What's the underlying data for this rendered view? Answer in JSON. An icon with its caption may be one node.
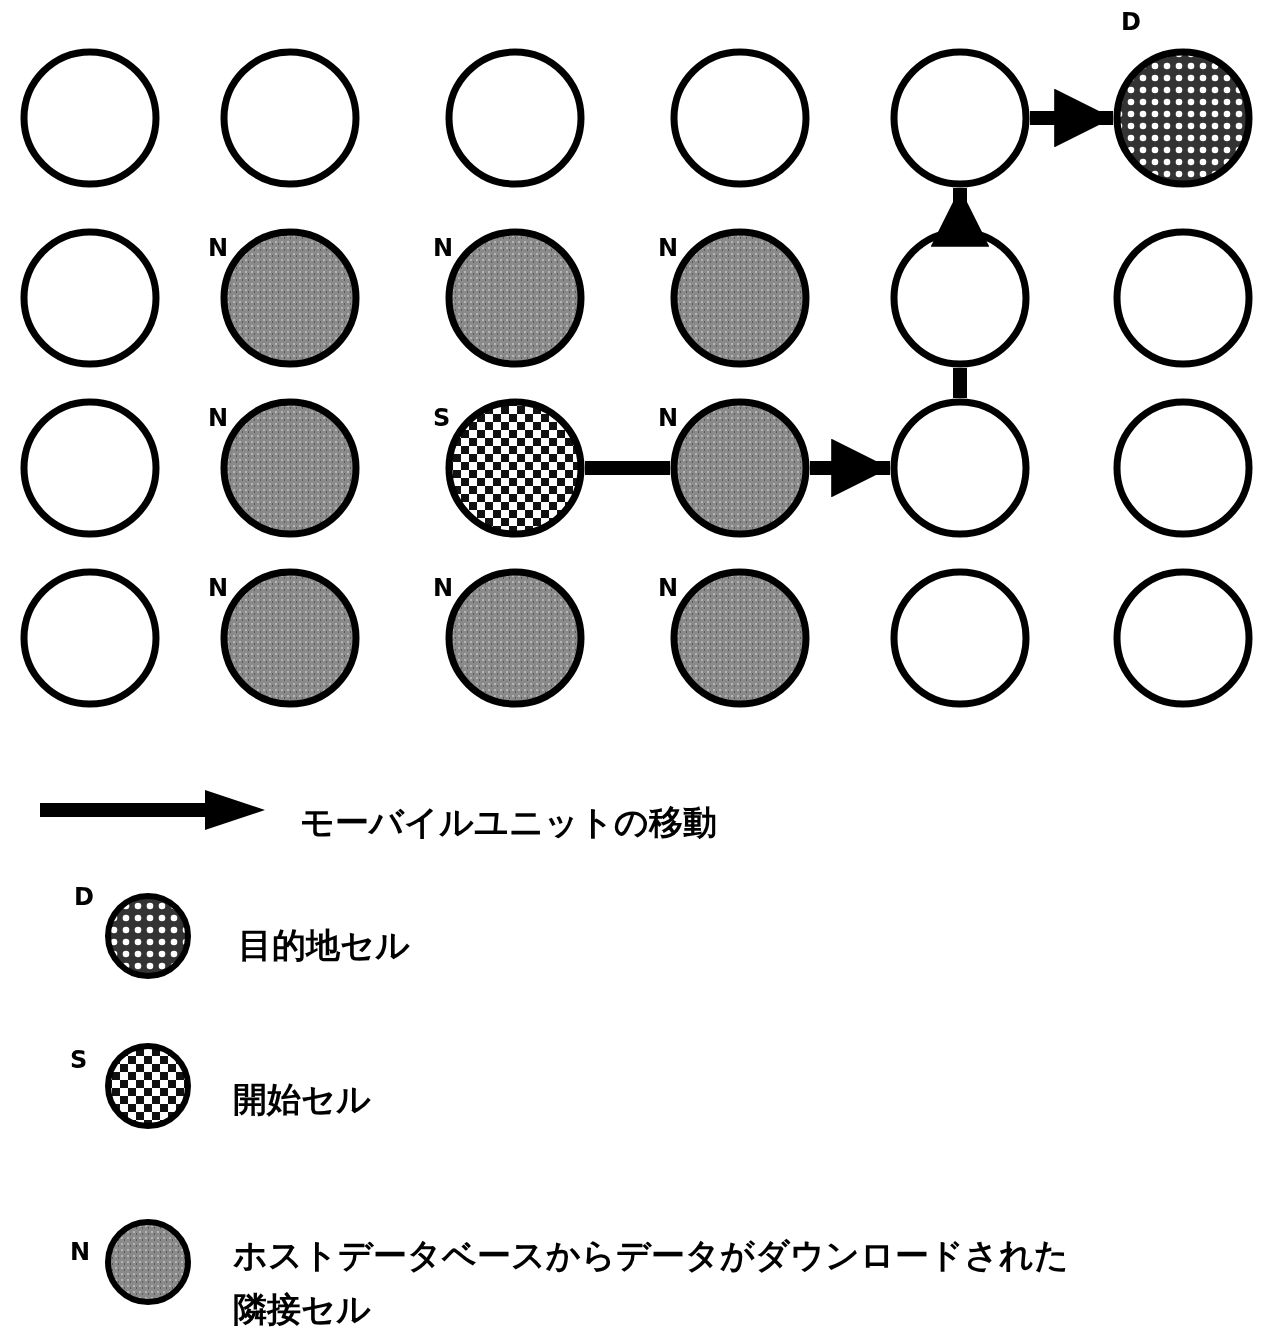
{
  "diagram": {
    "nodes": [
      {
        "text": [],
        "shape": "circle"
      },
      {
        "text": [],
        "shape": "circle"
      },
      {
        "text": [],
        "shape": "circle"
      },
      {
        "text": [],
        "shape": "circle"
      },
      {
        "text": [],
        "shape": "circle"
      },
      {
        "text": [],
        "shape": "circle",
        "beside": [
          "D"
        ]
      },
      {
        "text": [],
        "shape": "circle"
      },
      {
        "text": [],
        "shape": "circle",
        "beside": [
          "N"
        ]
      },
      {
        "text": [],
        "shape": "circle",
        "beside": [
          "N"
        ]
      },
      {
        "text": [],
        "shape": "circle",
        "beside": [
          "N"
        ]
      },
      {
        "text": [],
        "shape": "circle"
      },
      {
        "text": [],
        "shape": "circle"
      },
      {
        "text": [],
        "shape": "circle"
      },
      {
        "text": [],
        "shape": "circle",
        "beside": [
          "N"
        ]
      },
      {
        "text": [],
        "shape": "circle",
        "beside": [
          "S"
        ]
      },
      {
        "text": [],
        "shape": "circle",
        "beside": [
          "N"
        ]
      },
      {
        "text": [],
        "shape": "circle"
      },
      {
        "text": [],
        "shape": "circle"
      },
      {
        "text": [],
        "shape": "circle"
      },
      {
        "text": [],
        "shape": "circle",
        "beside": [
          "N"
        ]
      },
      {
        "text": [],
        "shape": "circle",
        "beside": [
          "N"
        ]
      },
      {
        "text": [],
        "shape": "circle",
        "beside": [
          "N"
        ]
      },
      {
        "text": [],
        "shape": "circle"
      },
      {
        "text": [],
        "shape": "circle"
      }
    ],
    "edges": [
      {
        "from": 14,
        "to": 15,
        "arrow": "none"
      },
      {
        "from": 15,
        "to": 16,
        "arrow": "to"
      },
      {
        "from": 16,
        "to": 10,
        "arrow": "none"
      },
      {
        "from": 10,
        "to": 4,
        "arrow": "to"
      },
      {
        "from": 4,
        "to": 5,
        "arrow": "to"
      }
    ],
    "labels": [
      "D",
      "S",
      "N"
    ],
    "legend": [
      {
        "text": "モーバイルユニットの移動"
      },
      {
        "text": "目的地セル"
      },
      {
        "text": "開始セル"
      },
      {
        "text": "ホストデータベースからデータがダウンロードされた隣接セル"
      }
    ]
  }
}
